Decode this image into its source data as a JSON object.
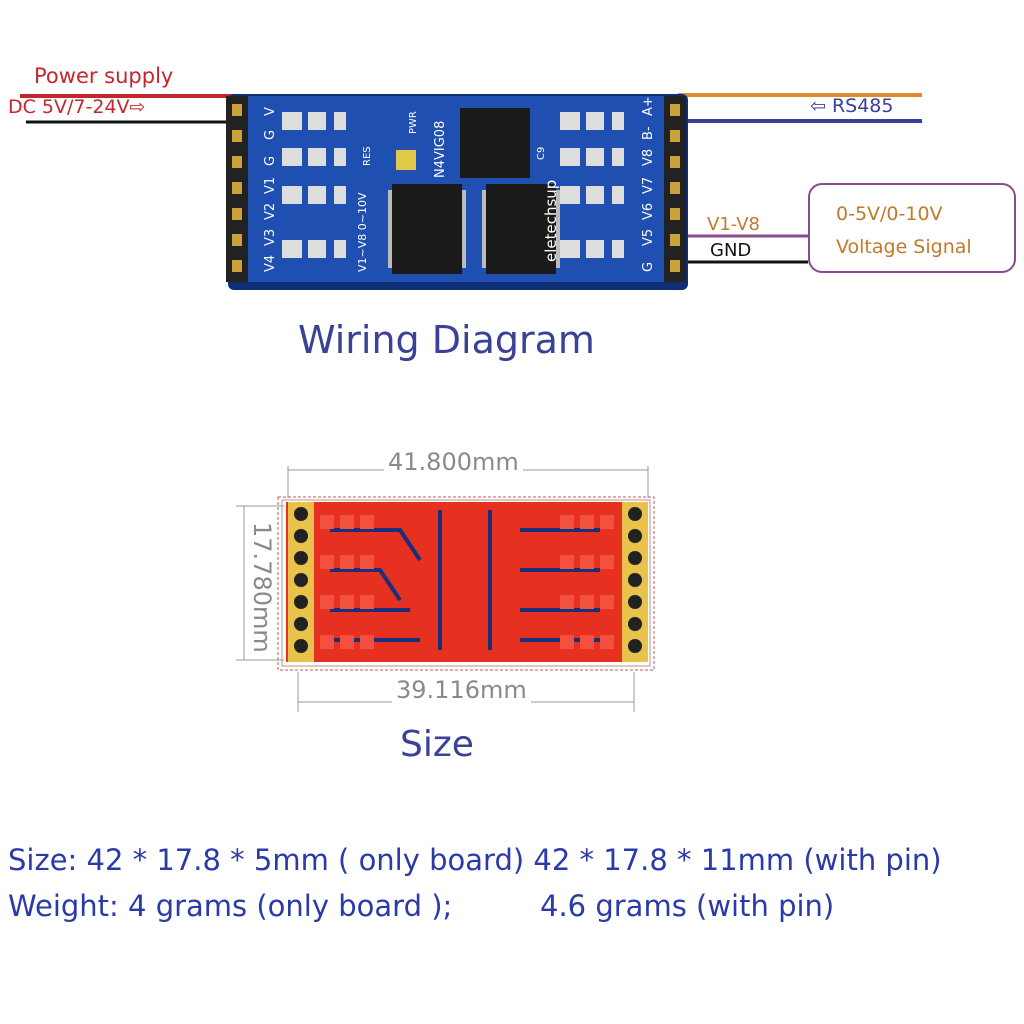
{
  "wiring": {
    "power_label": "Power supply",
    "dc_label": "DC 5V/7-24V⇨",
    "rs485_label": "⇦ RS485",
    "v1v8_label": "V1-V8",
    "gnd_label": "GND",
    "signal_line1": "0-5V/0-10V",
    "signal_line2": "Voltage Signal",
    "title": "Wiring Diagram",
    "board_left_pins": [
      "V",
      "G",
      "G",
      "V1",
      "V2",
      "V3",
      "V4"
    ],
    "board_right_pins": [
      "A+",
      "B-",
      "V8",
      "V7",
      "V6",
      "V5",
      "G"
    ],
    "board_silkscreen": {
      "model": "N4VIG08",
      "brand": "eletechsup",
      "range": "V1~V8  0~10V",
      "res": "RES",
      "pwr": "PWR",
      "c9": "C9"
    }
  },
  "size": {
    "dim_top": "41.800mm",
    "dim_bottom": "39.116mm",
    "dim_side": "17.780mm",
    "title": "Size"
  },
  "specs": {
    "size_line": "Size: 42 * 17.8 * 5mm ( only board) 42 * 17.8 * 11mm (with pin)",
    "weight_line_a": "Weight: 4 grams (only board );",
    "weight_line_b": "4.6 grams (with pin)"
  },
  "colors": {
    "power_red": "#c4262e",
    "rs485_orange": "#e08a2e",
    "rs485_blue": "#3a3f9a",
    "signal_purple": "#8b4a8b",
    "title_blue": "#3a4196",
    "board_blue": "#1f4fb0",
    "pcb_red": "#e63020"
  }
}
